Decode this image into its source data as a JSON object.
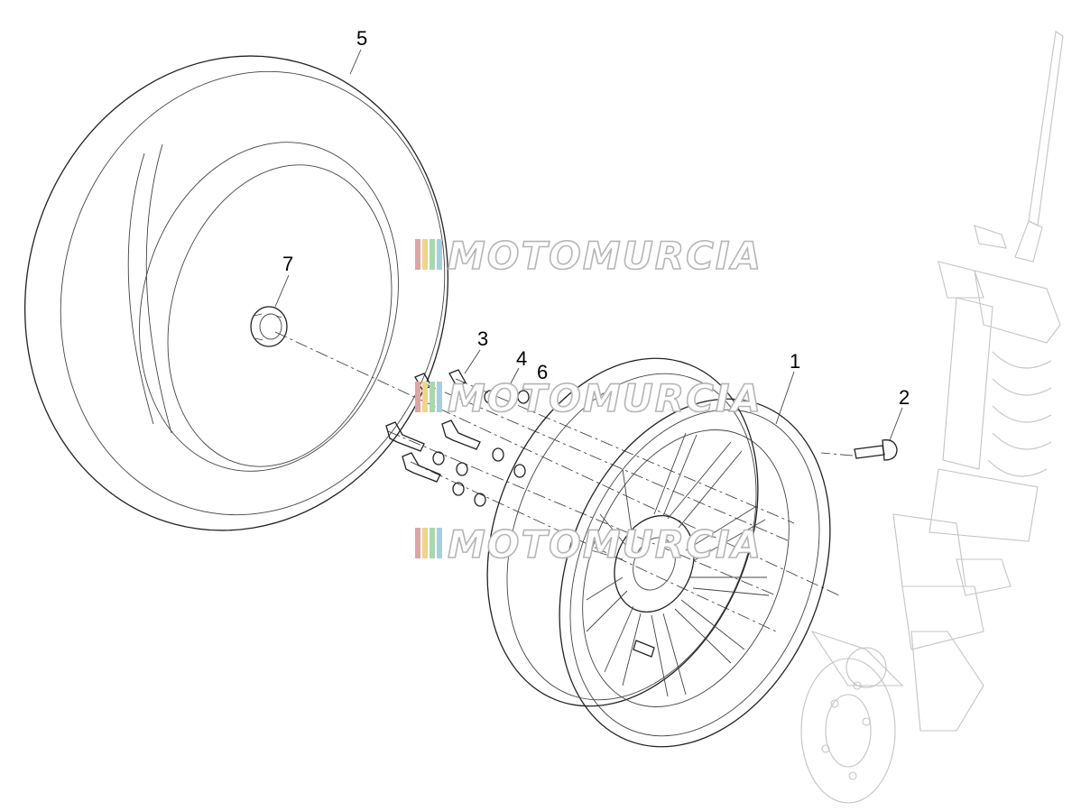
{
  "callouts": [
    {
      "id": "5",
      "label": "5"
    },
    {
      "id": "7",
      "label": "7"
    },
    {
      "id": "3",
      "label": "3"
    },
    {
      "id": "4",
      "label": "4"
    },
    {
      "id": "6",
      "label": "6"
    },
    {
      "id": "1",
      "label": "1"
    },
    {
      "id": "2",
      "label": "2"
    }
  ],
  "watermark": {
    "text": "MOTOMURCIA",
    "stripe_colors": [
      "#e0a4a4",
      "#f0d48a",
      "#a8d7b0",
      "#a8cfe0"
    ]
  },
  "colors": {
    "ink": "#222222",
    "ghost": "#c4c4c4",
    "watermark_outline": "#b5b5b5"
  }
}
